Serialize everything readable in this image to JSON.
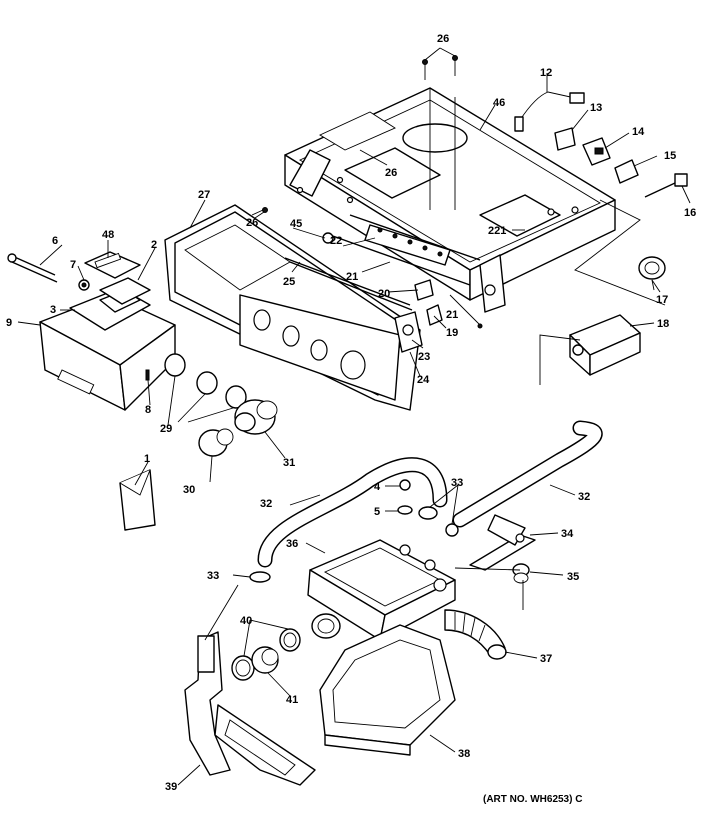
{
  "art_number": "(ART NO. WH6253) C",
  "callouts": {
    "c1": "1",
    "c2": "2",
    "c3": "3",
    "c4": "4",
    "c5": "5",
    "c6": "6",
    "c7": "7",
    "c8": "8",
    "c9": "9",
    "c12": "12",
    "c13": "13",
    "c14": "14",
    "c15": "15",
    "c16": "16",
    "c17": "17",
    "c18": "18",
    "c19": "19",
    "c20": "20",
    "c21a": "21",
    "c21b": "21",
    "c22": "22",
    "c23": "23",
    "c24": "24",
    "c25": "25",
    "c26a": "26",
    "c26b": "26",
    "c26c": "26",
    "c27": "27",
    "c29": "29",
    "c30": "30",
    "c31": "31",
    "c32a": "32",
    "c32b": "32",
    "c33a": "33",
    "c33b": "33",
    "c34": "34",
    "c35": "35",
    "c36": "36",
    "c37": "37",
    "c38": "38",
    "c39": "39",
    "c40": "40",
    "c41": "41",
    "c45": "45",
    "c46": "46",
    "c48": "48",
    "c221": "221"
  }
}
